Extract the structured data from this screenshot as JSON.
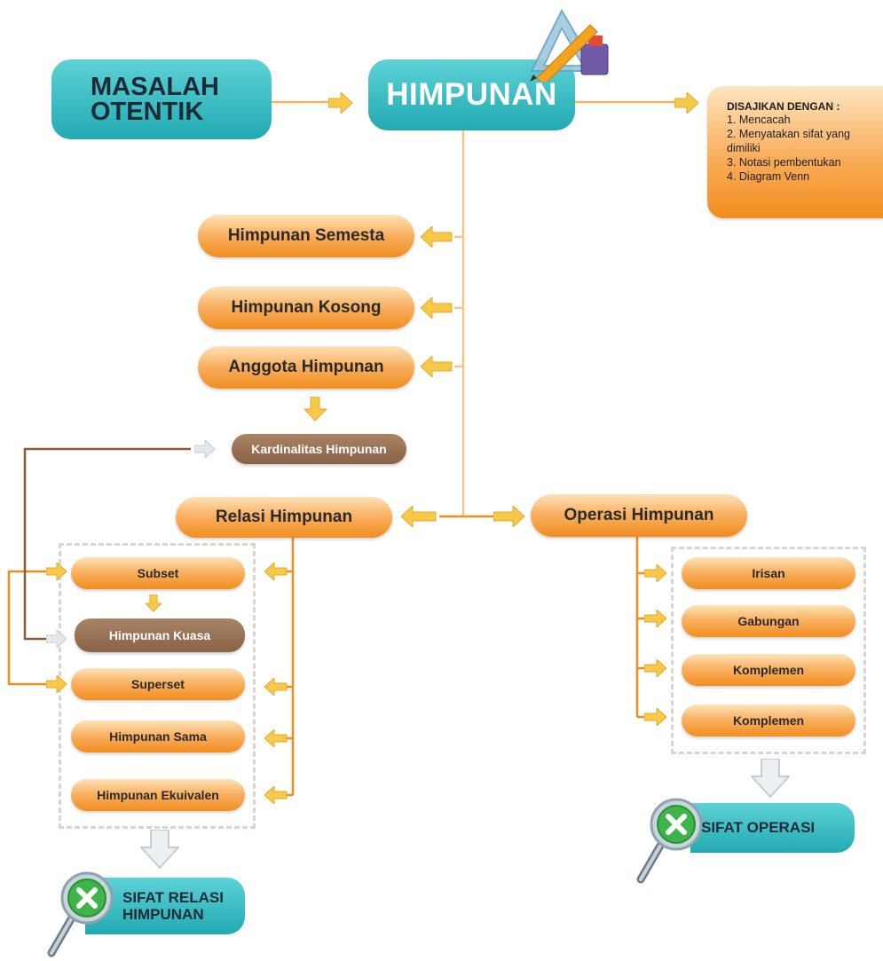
{
  "masalah": "MASALAH\nOTENTIK",
  "himpunan": "HIMPUNAN",
  "disajikan": {
    "title": "DISAJIKAN DENGAN :",
    "items": [
      "1. Mencacah",
      "2. Menyatakan sifat yang dimiliki",
      "3. Notasi pembentukan",
      "4. Diagram Venn"
    ]
  },
  "left_nodes": [
    "Himpunan Semesta",
    "Himpunan Kosong",
    "Anggota Himpunan"
  ],
  "kardinalitas": "Kardinalitas Himpunan",
  "relasi": {
    "title": "Relasi Himpunan",
    "items": [
      "Subset",
      "Himpunan Kuasa",
      "Superset",
      "Himpunan Sama",
      "Himpunan Ekuivalen"
    ]
  },
  "operasi": {
    "title": "Operasi Himpunan",
    "items": [
      "Irisan",
      "Gabungan",
      "Komplemen",
      "Komplemen"
    ]
  },
  "sifat_relasi": "SIFAT RELASI\nHIMPUNAN",
  "sifat_operasi": "SIFAT OPERASI",
  "colors": {
    "orange": "#f18d1e",
    "teal": "#22aab2",
    "brown": "#8a6246",
    "arrow": "#f7c948"
  }
}
